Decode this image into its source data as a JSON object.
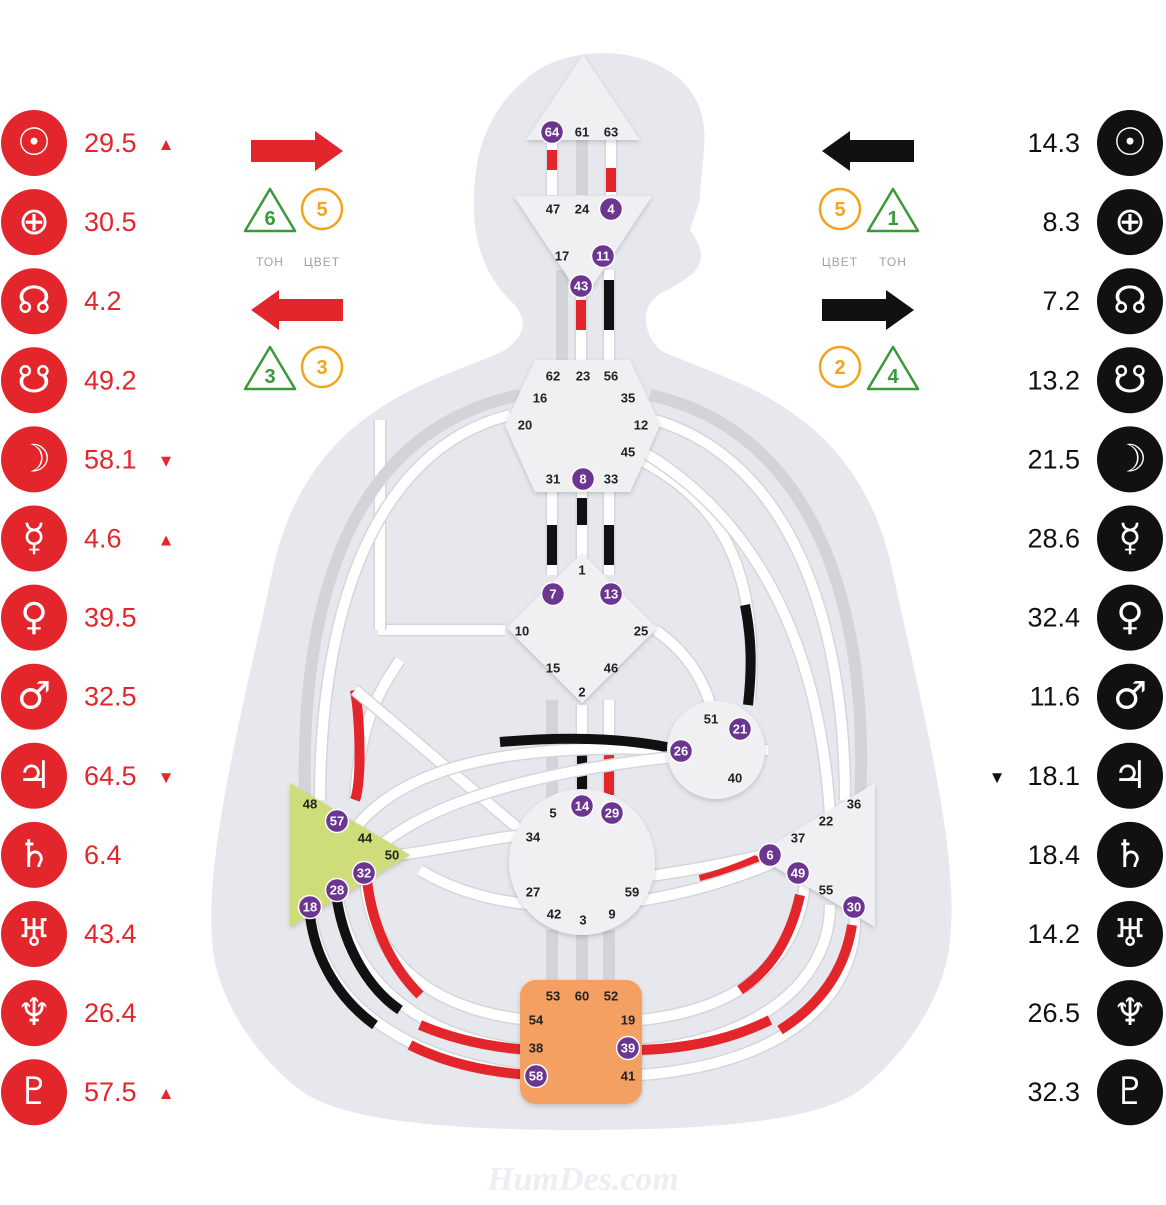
{
  "watermark": "HumDes.com",
  "colors": {
    "design": "#e3262b",
    "personality": "#111111",
    "tone": "#3a9a3a",
    "color": "#f2a41c",
    "sacral": "#f4a062",
    "spleen": "#cfdc7a",
    "center": "#f0f0f3",
    "silhouette": "#e6e8ee",
    "activation": "#6b3590"
  },
  "design": {
    "planets": [
      {
        "icon": "sun-icon",
        "glyph": "☉",
        "value": "29.5",
        "marker": "▲"
      },
      {
        "icon": "earth-icon",
        "glyph": "⊕",
        "value": "30.5",
        "marker": ""
      },
      {
        "icon": "north-node-icon",
        "glyph": "☊",
        "value": "4.2",
        "marker": ""
      },
      {
        "icon": "south-node-icon",
        "glyph": "☋",
        "value": "49.2",
        "marker": ""
      },
      {
        "icon": "moon-icon",
        "glyph": "☽",
        "value": "58.1",
        "marker": "▼"
      },
      {
        "icon": "mercury-icon",
        "glyph": "☿",
        "value": "4.6",
        "marker": "▲"
      },
      {
        "icon": "venus-icon",
        "glyph": "♀",
        "value": "39.5",
        "marker": ""
      },
      {
        "icon": "mars-icon",
        "glyph": "♂",
        "value": "32.5",
        "marker": ""
      },
      {
        "icon": "jupiter-icon",
        "glyph": "♃",
        "value": "64.5",
        "marker": "▼"
      },
      {
        "icon": "saturn-icon",
        "glyph": "♄",
        "value": "6.4",
        "marker": ""
      },
      {
        "icon": "uranus-icon",
        "glyph": "♅",
        "value": "43.4",
        "marker": ""
      },
      {
        "icon": "neptune-icon",
        "glyph": "♆",
        "value": "26.4",
        "marker": ""
      },
      {
        "icon": "pluto-icon",
        "glyph": "♇",
        "value": "57.5",
        "marker": "▲"
      }
    ],
    "arrows": [
      {
        "direction": "right",
        "tone": "6",
        "color": "5"
      },
      {
        "direction": "left",
        "tone": "3",
        "color": "3"
      }
    ],
    "arrow_labels": {
      "tone": "ТОН",
      "color": "ЦВЕТ"
    }
  },
  "personality": {
    "planets": [
      {
        "icon": "sun-icon",
        "glyph": "☉",
        "value": "14.3",
        "marker": ""
      },
      {
        "icon": "earth-icon",
        "glyph": "⊕",
        "value": "8.3",
        "marker": ""
      },
      {
        "icon": "north-node-icon",
        "glyph": "☊",
        "value": "7.2",
        "marker": ""
      },
      {
        "icon": "south-node-icon",
        "glyph": "☋",
        "value": "13.2",
        "marker": ""
      },
      {
        "icon": "moon-icon",
        "glyph": "☽",
        "value": "21.5",
        "marker": ""
      },
      {
        "icon": "mercury-icon",
        "glyph": "☿",
        "value": "28.6",
        "marker": ""
      },
      {
        "icon": "venus-icon",
        "glyph": "♀",
        "value": "32.4",
        "marker": ""
      },
      {
        "icon": "mars-icon",
        "glyph": "♂",
        "value": "11.6",
        "marker": ""
      },
      {
        "icon": "jupiter-icon",
        "glyph": "♃",
        "value": "18.1",
        "marker": "▼"
      },
      {
        "icon": "saturn-icon",
        "glyph": "♄",
        "value": "18.4",
        "marker": ""
      },
      {
        "icon": "uranus-icon",
        "glyph": "♅",
        "value": "14.2",
        "marker": ""
      },
      {
        "icon": "neptune-icon",
        "glyph": "♆",
        "value": "26.5",
        "marker": ""
      },
      {
        "icon": "pluto-icon",
        "glyph": "♇",
        "value": "32.3",
        "marker": ""
      }
    ],
    "arrows": [
      {
        "direction": "left",
        "color": "5",
        "tone": "1"
      },
      {
        "direction": "right",
        "color": "2",
        "tone": "4"
      }
    ],
    "arrow_labels": {
      "color": "ЦВЕТ",
      "tone": "ТОН"
    }
  },
  "bodygraph": {
    "gates": [
      {
        "n": "64",
        "active": true
      },
      {
        "n": "61",
        "active": false
      },
      {
        "n": "63",
        "active": false
      },
      {
        "n": "47",
        "active": false
      },
      {
        "n": "24",
        "active": false
      },
      {
        "n": "4",
        "active": true
      },
      {
        "n": "17",
        "active": false
      },
      {
        "n": "11",
        "active": true
      },
      {
        "n": "43",
        "active": true
      },
      {
        "n": "62",
        "active": false
      },
      {
        "n": "23",
        "active": false
      },
      {
        "n": "56",
        "active": false
      },
      {
        "n": "16",
        "active": false
      },
      {
        "n": "35",
        "active": false
      },
      {
        "n": "20",
        "active": false
      },
      {
        "n": "12",
        "active": false
      },
      {
        "n": "45",
        "active": false
      },
      {
        "n": "31",
        "active": false
      },
      {
        "n": "8",
        "active": true
      },
      {
        "n": "33",
        "active": false
      },
      {
        "n": "1",
        "active": false
      },
      {
        "n": "7",
        "active": true
      },
      {
        "n": "13",
        "active": true
      },
      {
        "n": "10",
        "active": false
      },
      {
        "n": "25",
        "active": false
      },
      {
        "n": "15",
        "active": false
      },
      {
        "n": "46",
        "active": false
      },
      {
        "n": "2",
        "active": false
      },
      {
        "n": "51",
        "active": false
      },
      {
        "n": "21",
        "active": true
      },
      {
        "n": "26",
        "active": true
      },
      {
        "n": "40",
        "active": false
      },
      {
        "n": "48",
        "active": false
      },
      {
        "n": "57",
        "active": true
      },
      {
        "n": "44",
        "active": false
      },
      {
        "n": "50",
        "active": false
      },
      {
        "n": "32",
        "active": true
      },
      {
        "n": "28",
        "active": true
      },
      {
        "n": "18",
        "active": true
      },
      {
        "n": "5",
        "active": false
      },
      {
        "n": "14",
        "active": true
      },
      {
        "n": "29",
        "active": true
      },
      {
        "n": "34",
        "active": false
      },
      {
        "n": "27",
        "active": false
      },
      {
        "n": "59",
        "active": false
      },
      {
        "n": "42",
        "active": false
      },
      {
        "n": "3",
        "active": false
      },
      {
        "n": "9",
        "active": false
      },
      {
        "n": "36",
        "active": false
      },
      {
        "n": "22",
        "active": false
      },
      {
        "n": "37",
        "active": false
      },
      {
        "n": "6",
        "active": true
      },
      {
        "n": "49",
        "active": true
      },
      {
        "n": "55",
        "active": false
      },
      {
        "n": "30",
        "active": true
      },
      {
        "n": "53",
        "active": false
      },
      {
        "n": "60",
        "active": false
      },
      {
        "n": "52",
        "active": false
      },
      {
        "n": "54",
        "active": false
      },
      {
        "n": "19",
        "active": false
      },
      {
        "n": "38",
        "active": false
      },
      {
        "n": "39",
        "active": true
      },
      {
        "n": "58",
        "active": true
      },
      {
        "n": "41",
        "active": false
      }
    ]
  }
}
